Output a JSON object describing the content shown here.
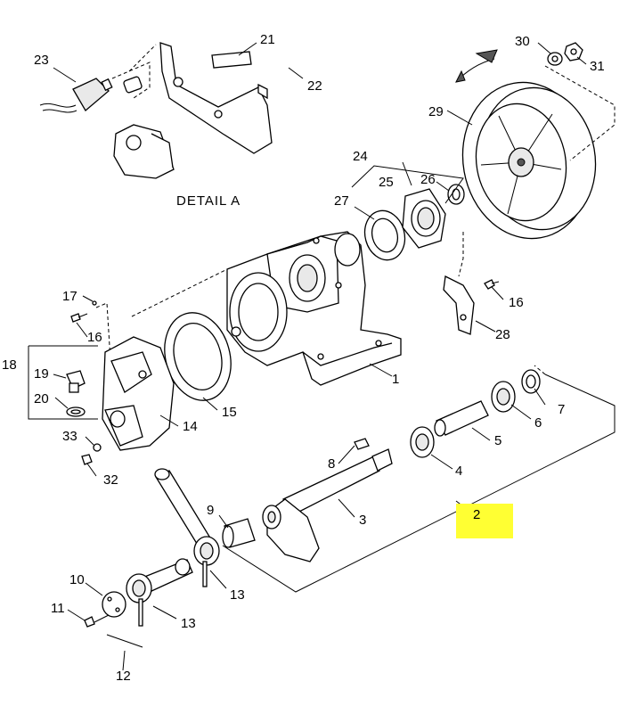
{
  "detail_caption": "DETAIL  A",
  "highlight_color": "#ffff33",
  "callouts": {
    "c1": "1",
    "c2": "2",
    "c3": "3",
    "c4": "4",
    "c5": "5",
    "c6": "6",
    "c7": "7",
    "c8": "8",
    "c9": "9",
    "c10": "10",
    "c11": "11",
    "c12": "12",
    "c13a": "13",
    "c13b": "13",
    "c14": "14",
    "c15": "15",
    "c16a": "16",
    "c16b": "16",
    "c17": "17",
    "c18": "18",
    "c19": "19",
    "c20": "20",
    "c21": "21",
    "c22": "22",
    "c23": "23",
    "c24": "24",
    "c25": "25",
    "c26": "26",
    "c27": "27",
    "c28": "28",
    "c29": "29",
    "c30": "30",
    "c31": "31",
    "c32": "32",
    "c33": "33"
  }
}
